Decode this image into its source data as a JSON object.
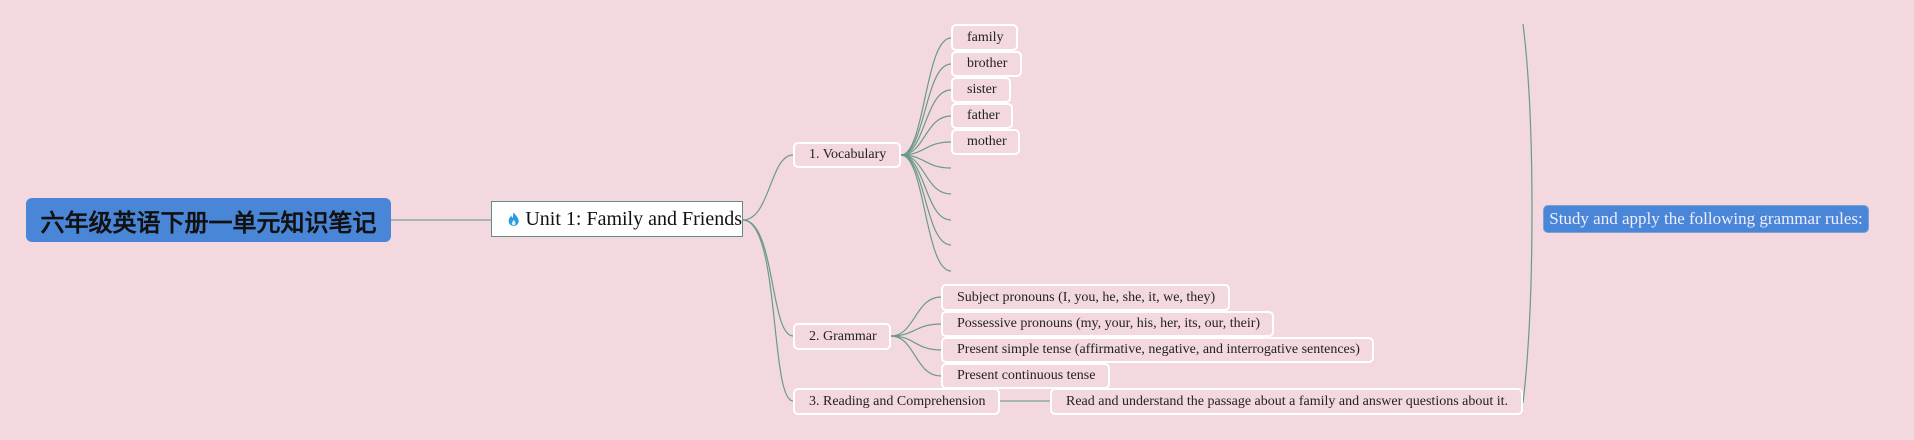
{
  "root": {
    "title": "六年级英语下册一单元知识笔记"
  },
  "unit": {
    "title": "Unit 1: Family and Friends",
    "icon": "fire-icon"
  },
  "vocabulary": {
    "label": "1. Vocabulary",
    "words": [
      "family",
      "brother",
      "sister",
      "father",
      "mother"
    ]
  },
  "grammar": {
    "label": "2. Grammar",
    "items": [
      "Subject pronouns (I, you, he, she, it, we, they)",
      "Possessive pronouns (my, your, his, her, its, our, their)",
      "Present simple tense (affirmative, negative, and interrogative sentences)",
      "Present continuous tense"
    ]
  },
  "reading": {
    "label": "3. Reading and Comprehension",
    "item": "Read and understand the passage about a family and answer questions about it."
  },
  "summary": {
    "label": "Study and apply the following grammar rules:"
  },
  "colors": {
    "background": "#f3d9df",
    "accent": "#4a86d8",
    "link": "#5f9a86"
  }
}
